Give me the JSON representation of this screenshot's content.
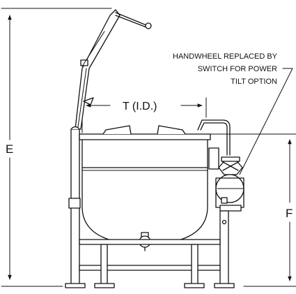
{
  "drawing": {
    "dimension_e": "E",
    "dimension_f": "F",
    "dimension_t": "T (I.D.)",
    "note_lines": [
      "HANDWHEEL REPLACED BY",
      "SWITCH FOR POWER",
      "TILT OPTION"
    ]
  }
}
